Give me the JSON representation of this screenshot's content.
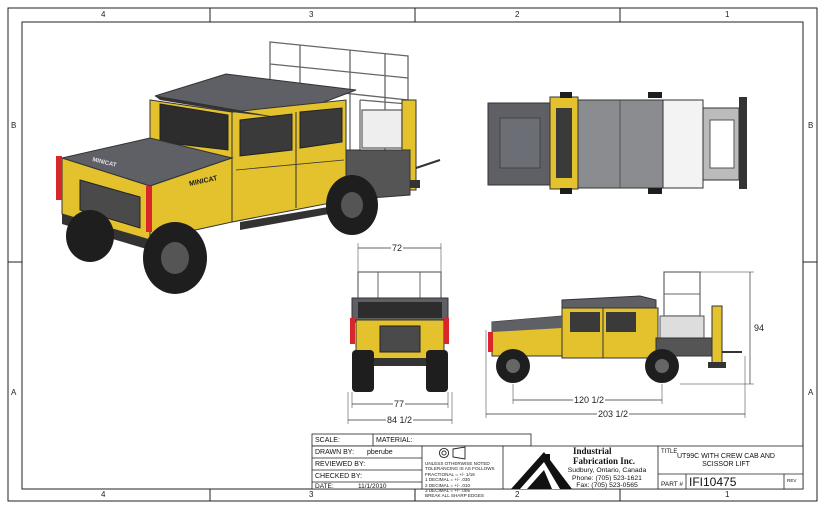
{
  "border": {
    "columns_top": [
      "4",
      "3",
      "2",
      "1"
    ],
    "columns_bottom": [
      "4",
      "3",
      "2",
      "1"
    ],
    "rows_left": [
      "B",
      "A"
    ],
    "rows_right": [
      "B",
      "A"
    ]
  },
  "dimensions": {
    "front_width": "72",
    "track_width": "77",
    "overall_width": "84 1/2",
    "height": "94",
    "wheelbase": "120 1/2",
    "overall_length": "203 1/2"
  },
  "vehicle_text": {
    "grille_badge": "MINICAT",
    "side_badge": "MINICAT"
  },
  "title_block": {
    "scale_label": "SCALE:",
    "scale_value": "",
    "material_label": "MATERIAL:",
    "material_value": "",
    "drawn_by_label": "DRAWN BY:",
    "drawn_by_value": "pberube",
    "reviewed_by_label": "REVIEWED BY:",
    "reviewed_by_value": "",
    "checked_by_label": "CHECKED BY:",
    "checked_by_value": "",
    "date_label": "DATE:",
    "date_value": "11/1/2010",
    "tolerances": [
      "UNLESS OTHERWISE NOTED",
      "TOLERANCING IS AS FOLLOWS",
      "FRACTIONAL = +/- 1/16",
      "1 DECIMAL = +/- .030",
      "2 DECIMAL = +/- .010",
      "3 DECIMAL = +/- .005",
      "BREAK ALL SHARP EDGES"
    ],
    "company_name_1": "Industrial",
    "company_name_2": "Fabrication Inc.",
    "company_city": "Sudbury, Ontario, Canada",
    "company_phone": "Phone: (705) 523-1621",
    "company_fax": "Fax: (705) 523-0565",
    "title_label": "TITLE",
    "title_value": "UT99C WITH CREW CAB AND SCISSOR LIFT",
    "part_label": "PART #",
    "part_value": "IFI10475",
    "rev_label": "REV",
    "rev_value": ""
  },
  "colors": {
    "body_yellow": "#E3C22E",
    "roof_grey": "#5E6066",
    "tire_black": "#1E1E1E",
    "light_red": "#D8262B",
    "frame_line": "#333333"
  },
  "icons": {
    "projection": "third-angle-projection-icon",
    "logo": "industrial-fabrication-logo"
  }
}
